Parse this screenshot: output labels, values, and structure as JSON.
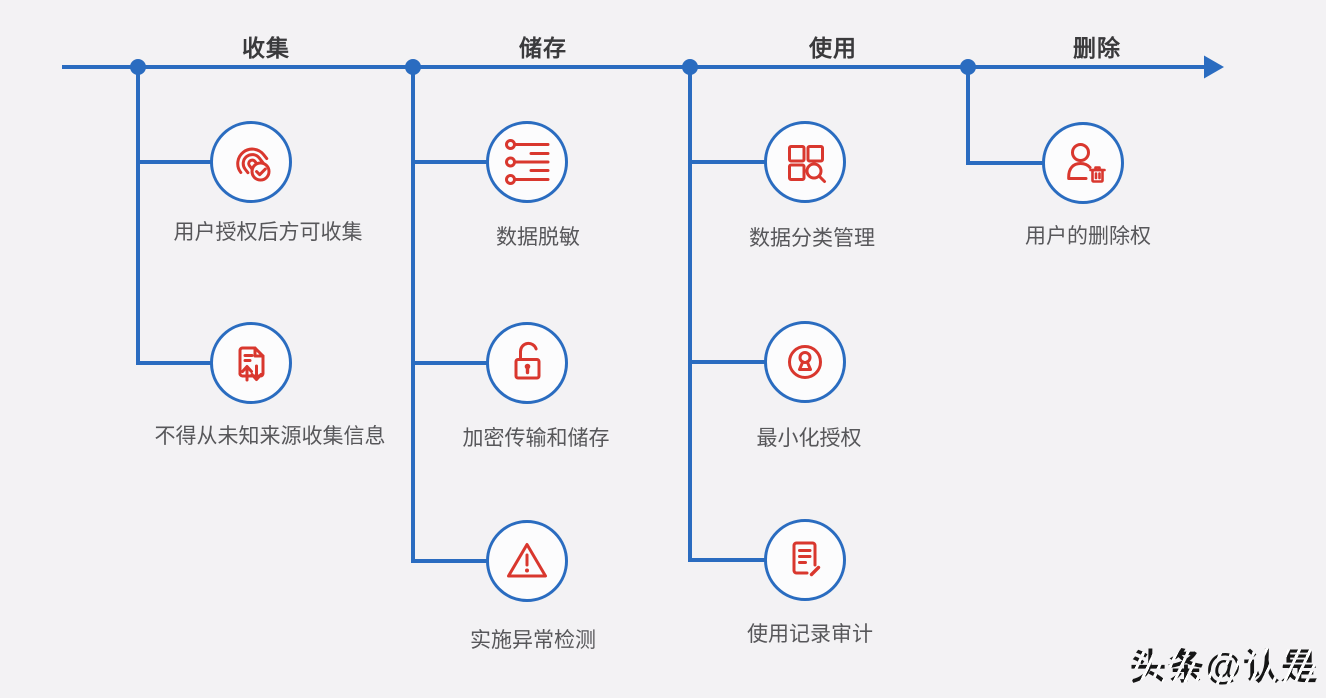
{
  "colors": {
    "background": "#f3f2f4",
    "accent_blue": "#2a6cc0",
    "icon_red": "#d9372e",
    "title_text": "#3a3a3c",
    "label_text": "#57575a"
  },
  "timeline": {
    "direction": "left-to-right",
    "node_count": 4
  },
  "stages": [
    {
      "label": "收集",
      "items": [
        {
          "icon": "fingerprint-check-icon",
          "label": "用户授权后方可收集"
        },
        {
          "icon": "document-transfer-icon",
          "label": "不得从未知来源收集信息"
        }
      ]
    },
    {
      "label": "储存",
      "items": [
        {
          "icon": "data-masking-sliders-icon",
          "label": "数据脱敏"
        },
        {
          "icon": "unlocked-padlock-icon",
          "label": "加密传输和储存"
        },
        {
          "icon": "warning-triangle-icon",
          "label": "实施异常检测"
        }
      ]
    },
    {
      "label": "使用",
      "items": [
        {
          "icon": "category-search-icon",
          "label": "数据分类管理"
        },
        {
          "icon": "keyhole-icon",
          "label": "最小化授权"
        },
        {
          "icon": "audit-record-icon",
          "label": "使用记录审计"
        }
      ]
    },
    {
      "label": "删除",
      "items": [
        {
          "icon": "user-delete-icon",
          "label": "用户的删除权"
        }
      ]
    }
  ],
  "watermark": {
    "text": "头条@认是"
  }
}
